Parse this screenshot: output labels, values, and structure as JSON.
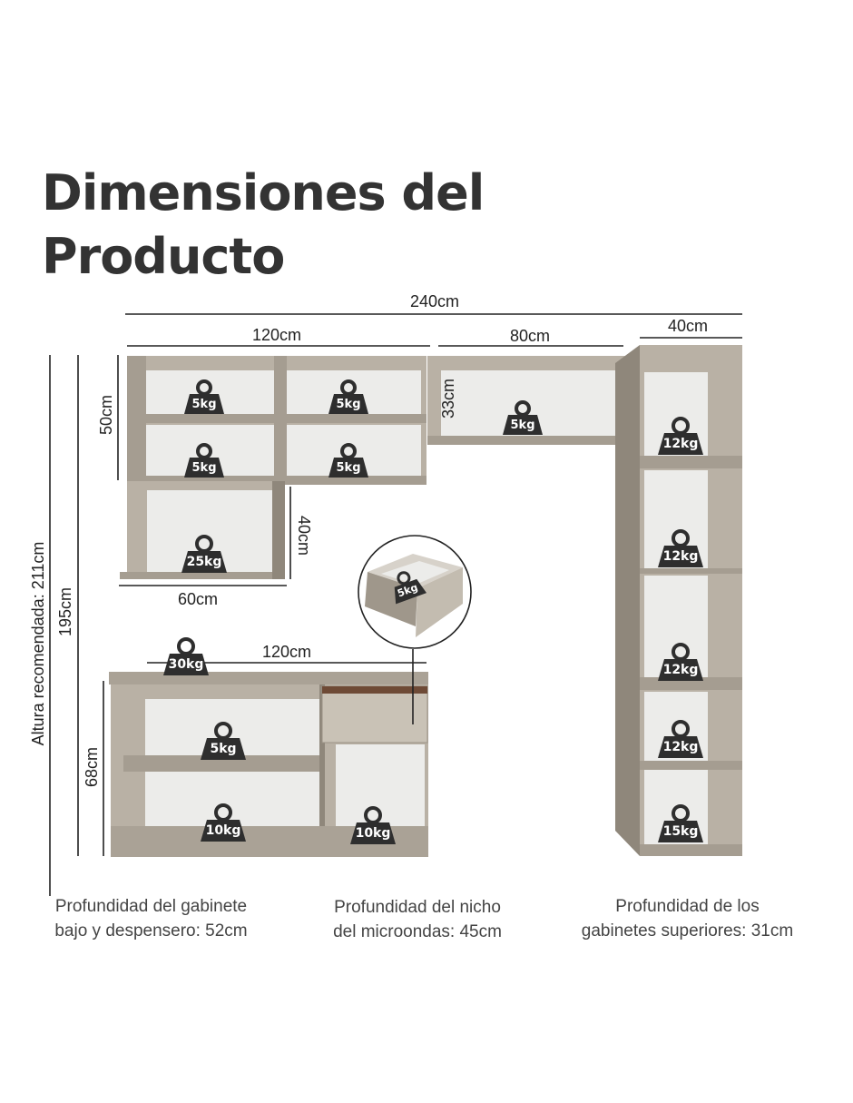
{
  "title": {
    "line1": "Dimensiones del",
    "line2": "Producto"
  },
  "dimensions": {
    "total_width": "240cm",
    "upper_left_width": "120cm",
    "upper_mid_width": "80cm",
    "tower_width": "40cm",
    "upper_left_height": "50cm",
    "upper_mid_height": "33cm",
    "cabinet_60_height": "40cm",
    "cabinet_60_width": "60cm",
    "base_width": "120cm",
    "base_height": "68cm",
    "total_height": "195cm",
    "recommended_height": "Altura recomendada: 211cm"
  },
  "weights": {
    "upper_left_a": "5kg",
    "upper_left_b": "5kg",
    "upper_left_c": "5kg",
    "upper_left_d": "5kg",
    "upper_mid": "5kg",
    "cabinet_60": "25kg",
    "drawer": "5kg",
    "countertop": "30kg",
    "base_shelf": "5kg",
    "base_bottom_left": "10kg",
    "base_bottom_right": "10kg",
    "tower_1": "12kg",
    "tower_2": "12kg",
    "tower_3": "12kg",
    "tower_4": "12kg",
    "tower_5": "15kg"
  },
  "notes": {
    "base_depth": {
      "line1": "Profundidad del gabinete",
      "line2": "bajo y despensero: 52cm"
    },
    "microwave_depth": {
      "line1": "Profundidad del nicho",
      "line2": "del microondas: 45cm"
    },
    "upper_depth": {
      "line1": "Profundidad de los",
      "line2": "gabinetes superiores: 31cm"
    }
  },
  "colors": {
    "frame": "#b9b1a5",
    "frame_dark": "#8f877b",
    "interior": "#ececea",
    "weight_icon": "#2e2e2e",
    "line": "#222222"
  }
}
